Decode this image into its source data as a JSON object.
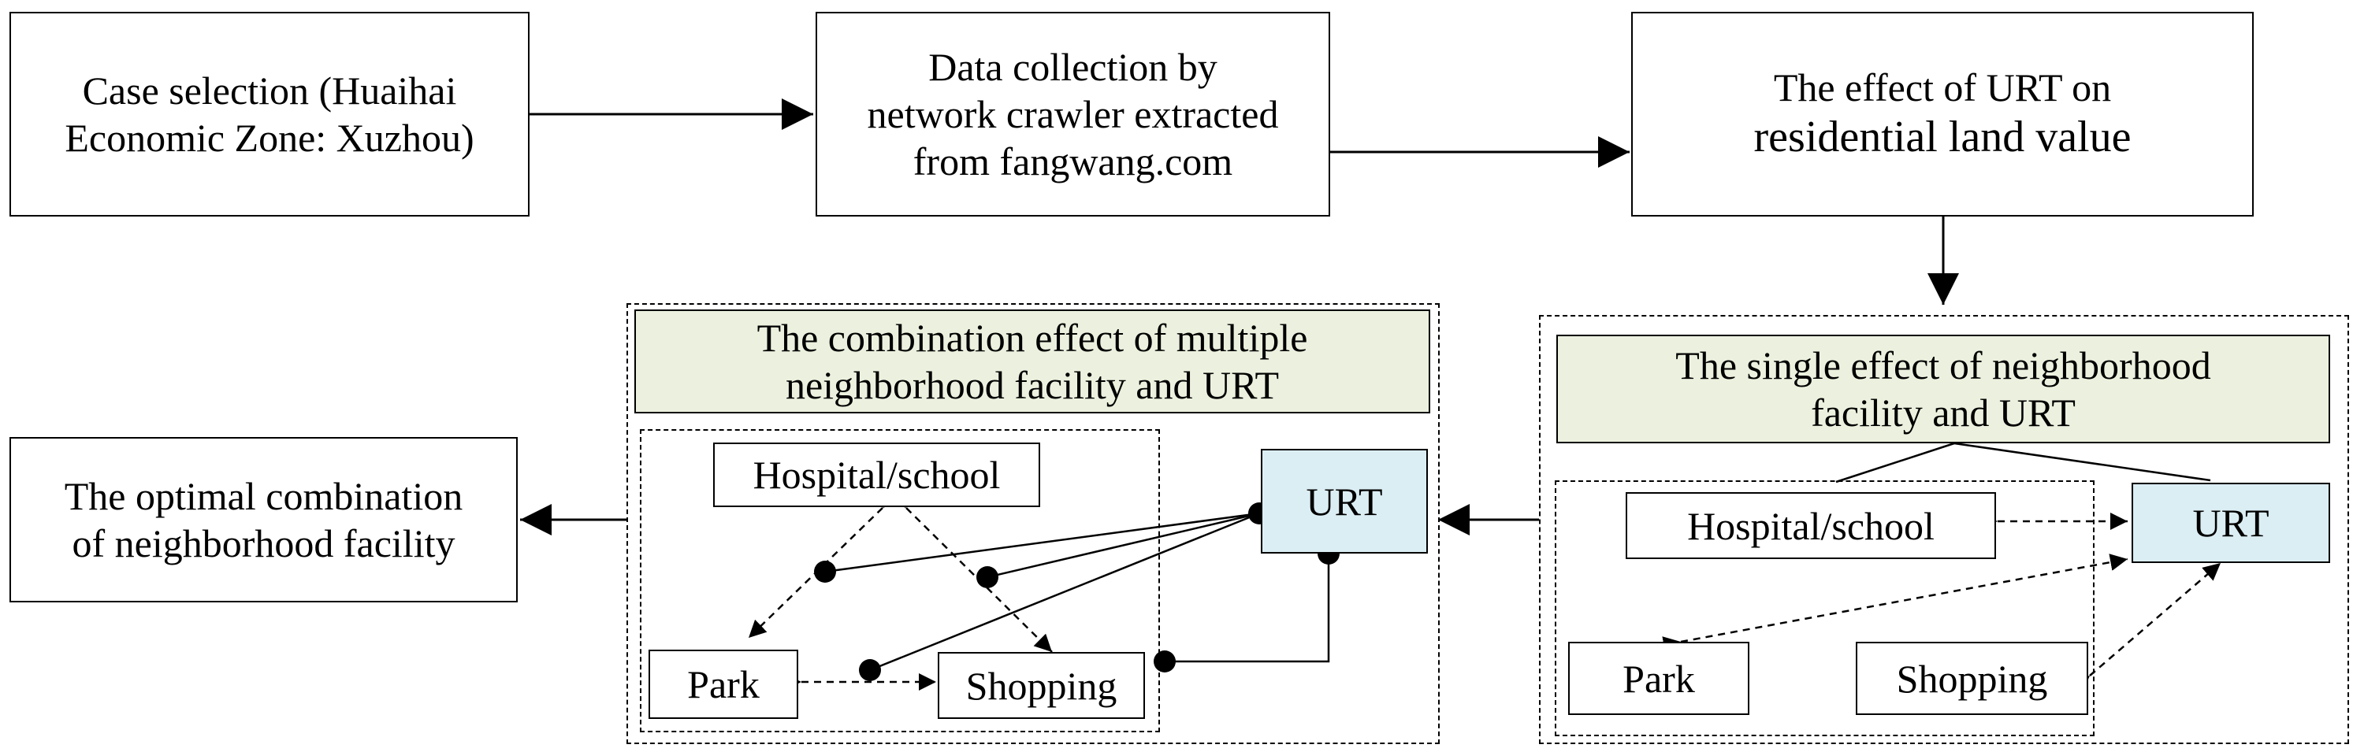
{
  "flow": {
    "case_selection": [
      "Case selection (Huaihai",
      "Economic Zone: Xuzhou)"
    ],
    "data_collection": [
      "Data collection by",
      "network crawler extracted",
      "from fangwang.com"
    ],
    "effect": [
      "The effect of URT on",
      "residential land value"
    ],
    "optimal": [
      "The optimal combination",
      "of neighborhood facility"
    ]
  },
  "single_panel": {
    "title": [
      "The single effect of neighborhood",
      "facility and URT"
    ],
    "hospital_school": "Hospital/school",
    "urt": "URT",
    "park": "Park",
    "shopping": "Shopping"
  },
  "combination_panel": {
    "title": [
      "The combination effect of multiple",
      "neighborhood facility and URT"
    ],
    "hospital_school": "Hospital/school",
    "urt": "URT",
    "park": "Park",
    "shopping": "Shopping"
  },
  "colors": {
    "title_fill": "#ebf1de",
    "urt_fill": "#dbeef4",
    "stroke": "#000000"
  }
}
